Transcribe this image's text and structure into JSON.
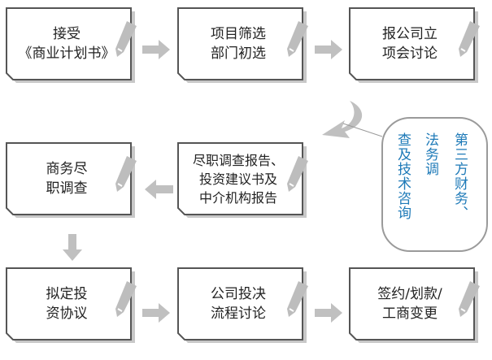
{
  "nodes": [
    {
      "id": "accept-plan",
      "label": "接受\n《商业计划书》"
    },
    {
      "id": "project-screening",
      "label": "项目筛选\n部门初选"
    },
    {
      "id": "report-company",
      "label": "报公司立\n项会讨论"
    },
    {
      "id": "business-dd",
      "label": "商务尽\n职调查"
    },
    {
      "id": "dd-report",
      "label": "尽职调查报告、\n投资建议书及\n中介机构报告"
    },
    {
      "id": "draft-agreement",
      "label": "拟定投\n资协议"
    },
    {
      "id": "decision",
      "label": "公司投决\n流程讨论"
    },
    {
      "id": "signing",
      "label": "签约/划款/\n工商变更"
    }
  ],
  "side_note": {
    "col1": "第三方财务、",
    "col2": "法务调",
    "col3": "查及技术咨询"
  },
  "colors": {
    "frame_stroke": "#555555",
    "shadow": "#c8c8c8",
    "arrow": "#c0c0c0",
    "side_text": "#1e7ab8"
  }
}
